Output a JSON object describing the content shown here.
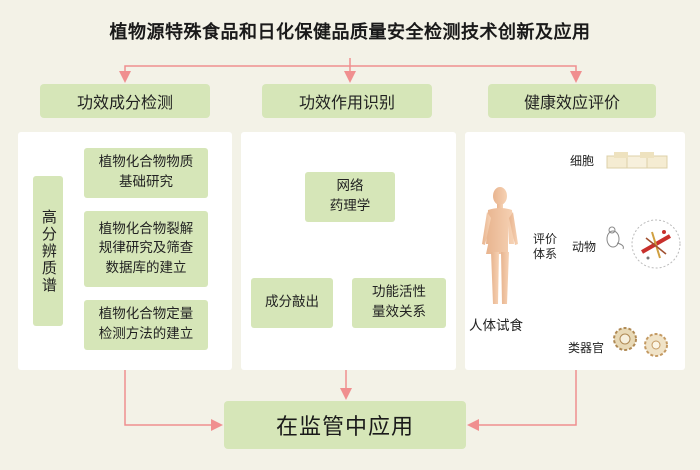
{
  "title": "植物源特殊食品和日化保健品质量安全检测技术创新及应用",
  "headers": [
    "功效成分检测",
    "功效作用识别",
    "健康效应评价"
  ],
  "left": {
    "vertical_label": "高分辨质谱",
    "boxes": [
      "植物化合物物质\n基础研究",
      "植物化合物裂解\n规律研究及筛查\n数据库的建立",
      "植物化合物定量\n检测方法的建立"
    ]
  },
  "middle": {
    "top": "网络\n药理学",
    "bottom_left": "成分敲出",
    "bottom_right": "功能活性\n量效关系"
  },
  "right": {
    "human_label": "人体试食",
    "eval_label": "评价\n体系",
    "items": [
      "细胞",
      "动物",
      "类器官"
    ]
  },
  "bottom": "在监管中应用",
  "colors": {
    "background": "#f3f2e7",
    "box": "#d6e6b8",
    "arrow": "#f08f8f",
    "panel": "#ffffff"
  }
}
